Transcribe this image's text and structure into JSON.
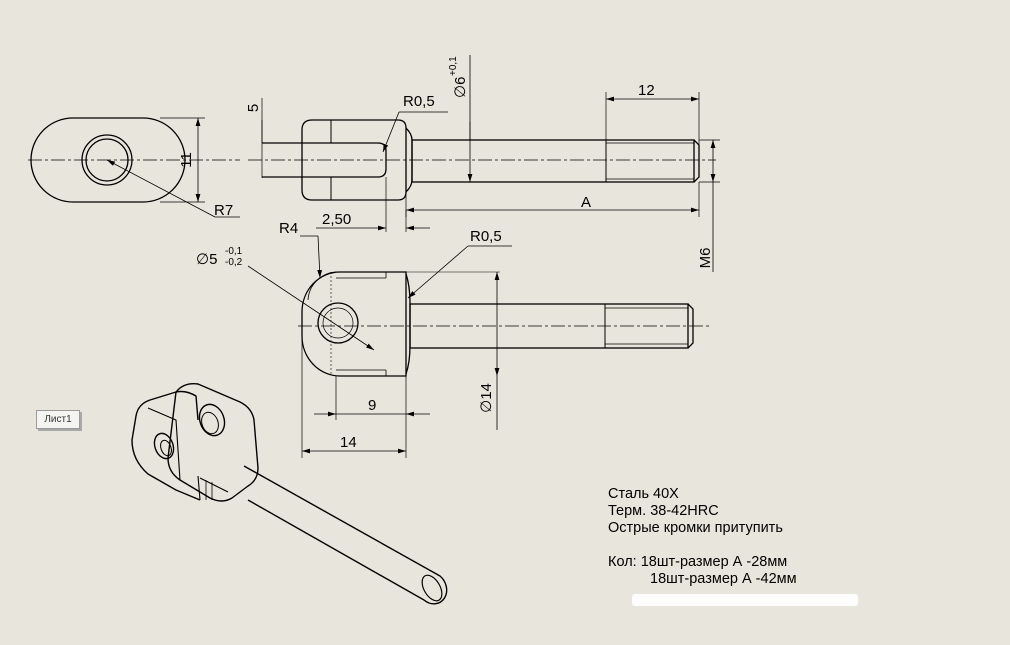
{
  "sheet": {
    "tab_label": "Лист1"
  },
  "dimensions": {
    "r7": "R7",
    "d11": "11",
    "d5": "5",
    "r05_top": "R0,5",
    "dia6": "6",
    "dia6_tol": "+0,1",
    "d12": "12",
    "dA": "A",
    "d250": "2,50",
    "m6": "M6",
    "r4": "R4",
    "dia5": "5",
    "dia5_tol_upper": "-0,1",
    "dia5_tol_lower": "-0,2",
    "r05_mid": "R0,5",
    "dia14": "14",
    "d9": "9",
    "d14": "14"
  },
  "notes": {
    "material": "Сталь 40Х",
    "heat_treatment": "Терм. 38-42HRC",
    "edges": "Острые кромки притупить",
    "quantity_line1": "Кол: 18шт-размер А -28мм",
    "quantity_line2": "18шт-размер А -42мм"
  },
  "colors": {
    "background": "#e8e6dc",
    "lines": "#000000"
  }
}
